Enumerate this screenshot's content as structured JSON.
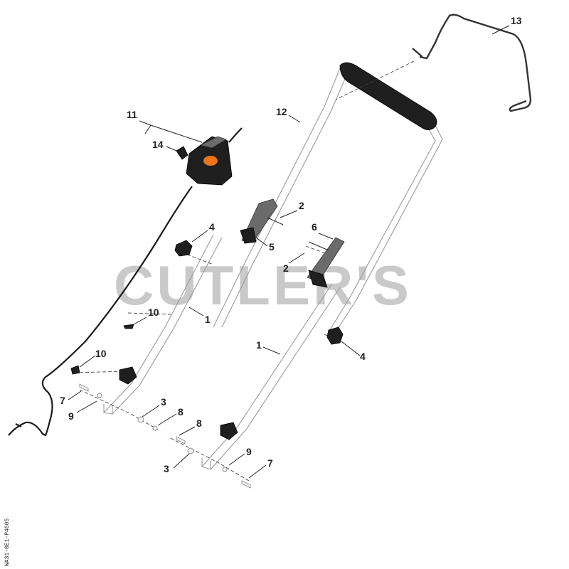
{
  "watermark": "CUTLER'S",
  "side_code": "WA31-0E1-P4605",
  "colors": {
    "part_outline": "#9a9a9a",
    "accent_orange": "#e8751a",
    "rubber_black": "#1f1f1f",
    "watermark_grey": "#c9c9c9"
  },
  "callouts": [
    {
      "id": "c13",
      "number": "13"
    },
    {
      "id": "c11",
      "number": "11"
    },
    {
      "id": "c12",
      "number": "12"
    },
    {
      "id": "c14",
      "number": "14"
    },
    {
      "id": "c2a",
      "number": "2"
    },
    {
      "id": "c4a",
      "number": "4"
    },
    {
      "id": "c6",
      "number": "6"
    },
    {
      "id": "c5",
      "number": "5"
    },
    {
      "id": "c2b",
      "number": "2"
    },
    {
      "id": "c10a",
      "number": "10"
    },
    {
      "id": "c1a",
      "number": "1"
    },
    {
      "id": "c1b",
      "number": "1"
    },
    {
      "id": "c4b",
      "number": "4"
    },
    {
      "id": "c10b",
      "number": "10"
    },
    {
      "id": "c7a",
      "number": "7"
    },
    {
      "id": "c9a",
      "number": "9"
    },
    {
      "id": "c3a",
      "number": "3"
    },
    {
      "id": "c8a",
      "number": "8"
    },
    {
      "id": "c8b",
      "number": "8"
    },
    {
      "id": "c9b",
      "number": "9"
    },
    {
      "id": "c7b",
      "number": "7"
    },
    {
      "id": "c3b",
      "number": "3"
    }
  ]
}
